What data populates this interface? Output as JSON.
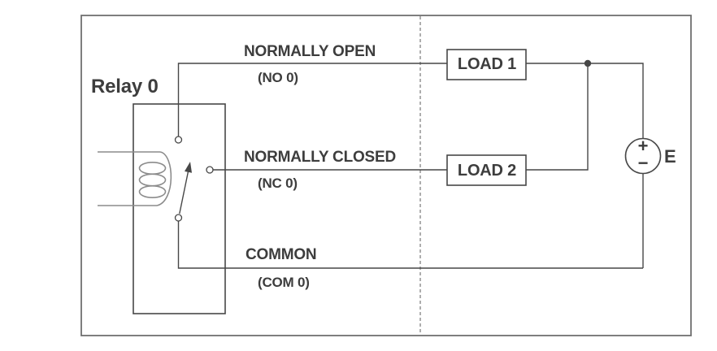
{
  "diagram": {
    "relay": {
      "label": "Relay 0"
    },
    "contacts": {
      "normally_open": {
        "label": "NORMALLY OPEN",
        "pin": "(NO 0)"
      },
      "normally_closed": {
        "label": "NORMALLY CLOSED",
        "pin": "(NC 0)"
      },
      "common": {
        "label": "COMMON",
        "pin": "(COM 0)"
      }
    },
    "loads": [
      {
        "label": "LOAD 1"
      },
      {
        "label": "LOAD 2"
      }
    ],
    "battery": {
      "label": "E",
      "positive": "+",
      "negative": "−"
    },
    "colors": {
      "background": "#ffffff",
      "border": "#707070",
      "wire": "#474747",
      "coil": "#8c8c8c",
      "separator": "#8c8c8c",
      "text": "#3d3d3d"
    }
  }
}
